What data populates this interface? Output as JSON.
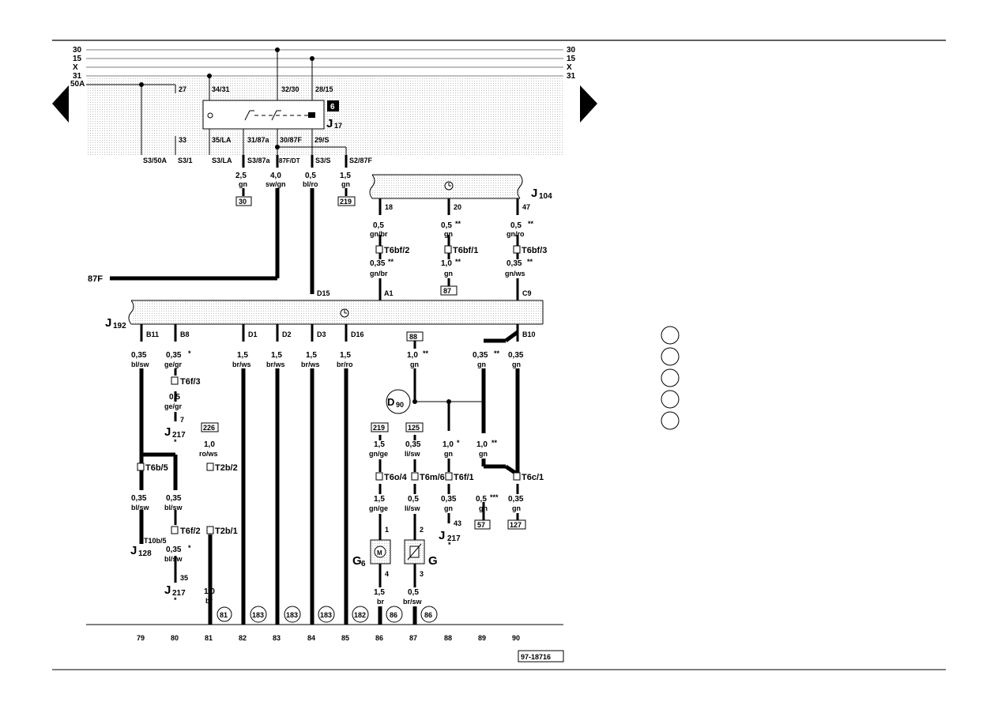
{
  "nav": {
    "prev": "previous-page",
    "next": "next-page"
  },
  "figure_id": "97-18716",
  "rails": {
    "left": [
      "30",
      "15",
      "X",
      "31",
      "50A"
    ],
    "right": [
      "30",
      "15",
      "X",
      "31"
    ]
  },
  "relay": {
    "fuse_num": "6",
    "name_main": "J",
    "name_sub": "17",
    "top_terms": [
      "27",
      "34/31",
      "32/30",
      "28/15"
    ],
    "mid_terms": [
      "33",
      "35/LA",
      "31/87a",
      "30/87F",
      "29/S"
    ],
    "bottom_terms": [
      "S3/50A",
      "S3/1",
      "S3/LA",
      "S3/87a",
      "87F/DT",
      "S3/S",
      "S2/87F"
    ]
  },
  "top_wires": {
    "w1": {
      "size": "2,5",
      "color": "gn",
      "ref": "30"
    },
    "w2": {
      "size": "4,0",
      "color": "sw/gn"
    },
    "w3": {
      "size": "0,5",
      "color": "bl/ro"
    },
    "w4": {
      "size": "1,5",
      "color": "gn",
      "ref": "219"
    }
  },
  "j104": {
    "name_main": "J",
    "name_sub": "104",
    "pins": [
      "18",
      "20",
      "47"
    ],
    "w18": {
      "size_a": "0,5",
      "color_a": "gn/br",
      "conn": "T6bf/2",
      "size_b": "0,35",
      "marks_b": "**",
      "color_b": "gn/br",
      "pin": "A1"
    },
    "w20": {
      "size_a": "0,5",
      "marks_a": "**",
      "color_a": "gn",
      "conn": "T6bf/1",
      "size_b": "1,0",
      "marks_b": "**",
      "color_b": "gn",
      "ref": "87"
    },
    "w47": {
      "size_a": "0,5",
      "marks_a": "**",
      "color_a": "gn/ro",
      "conn": "T6bf/3",
      "size_b": "0,35",
      "marks_b": "**",
      "color_b": "gn/ws",
      "pin": "C9"
    }
  },
  "label_87F": "87F",
  "j192": {
    "name_main": "J",
    "name_sub": "192",
    "top_pin": "D15",
    "bottom_pins": [
      "B11",
      "B8",
      "D1",
      "D2",
      "D3",
      "D16",
      "B10"
    ]
  },
  "branches": {
    "b79": {
      "size1": "0,35",
      "color1": "bl/sw",
      "conn": "T6b/5",
      "size2": "0,35",
      "color2": "bl/sw",
      "pin": "T10b/5",
      "comp_main": "J",
      "comp_sub": "128"
    },
    "b80": {
      "size1": "0,35",
      "mark1": "*",
      "color1": "ge/gr",
      "conn1": "T6f/3",
      "size2": "0,5",
      "color2": "ge/gr",
      "pin2": "7",
      "comp_main": "J",
      "comp_sub": "217",
      "comp_mark": "*",
      "size3": "0,35",
      "color3": "bl/sw",
      "conn3": "T6f/2",
      "size4": "0,35",
      "mark4": "*",
      "color4": "bl/sw",
      "pin4": "35",
      "comp2_main": "J",
      "comp2_sub": "217",
      "comp2_mark": "*"
    },
    "b81": {
      "ref": "226",
      "size": "1,0",
      "color": "ro/ws",
      "conn1": "T2b/2",
      "conn2": "T2b/1",
      "size2": "1,0",
      "color2": "br",
      "circle": "81"
    },
    "b82": {
      "size": "1,5",
      "color": "br/ws",
      "circle": "183"
    },
    "b83": {
      "size": "1,5",
      "color": "br/ws",
      "circle": "183"
    },
    "b84": {
      "size": "1,5",
      "color": "br/ws",
      "circle": "183"
    },
    "b85": {
      "size": "1,5",
      "color": "br/ro",
      "circle": "182"
    },
    "b86": {
      "ref": "219",
      "size": "1,5",
      "color": "gn/ge",
      "conn": "T6o/4",
      "size2": "1,5",
      "color2": "gn/ge",
      "pin_top": "1",
      "pin_bot": "4",
      "comp": "G",
      "comp_sub": "6",
      "size3": "1,5",
      "color3": "br",
      "circle": "86"
    },
    "b87": {
      "ref": "125",
      "size": "0,35",
      "color": "li/sw",
      "conn": "T6m/6",
      "size2": "0,5",
      "color2": "li/sw",
      "pin_top": "2",
      "pin_bot": "3",
      "comp": "G",
      "size3": "0,5",
      "color3": "br/sw",
      "circle": "86"
    },
    "b88": {
      "ref": "88",
      "size": "1,0",
      "mark": "**",
      "color": "gn",
      "splice": "D",
      "splice_sub": "90",
      "size2": "1,0",
      "mark2": "*",
      "color2": "gn",
      "conn": "T6f/1",
      "size3": "0,35",
      "color3": "gn",
      "pin": "43",
      "comp_main": "J",
      "comp_sub": "217",
      "comp_mark": "*"
    },
    "b89": {
      "size": "0,35",
      "mark": "**",
      "color": "gn",
      "size2": "1,0",
      "mark2": "**",
      "color2": "gn",
      "size3": "0,5",
      "mark3": "***",
      "color3": "gn",
      "ref": "57"
    },
    "b90": {
      "size": "0,35",
      "color": "gn",
      "conn": "T6c/1",
      "size2": "0,35",
      "color2": "gn",
      "ref": "127"
    }
  },
  "track_numbers": [
    "79",
    "80",
    "81",
    "82",
    "83",
    "84",
    "85",
    "86",
    "87",
    "88",
    "89",
    "90"
  ]
}
